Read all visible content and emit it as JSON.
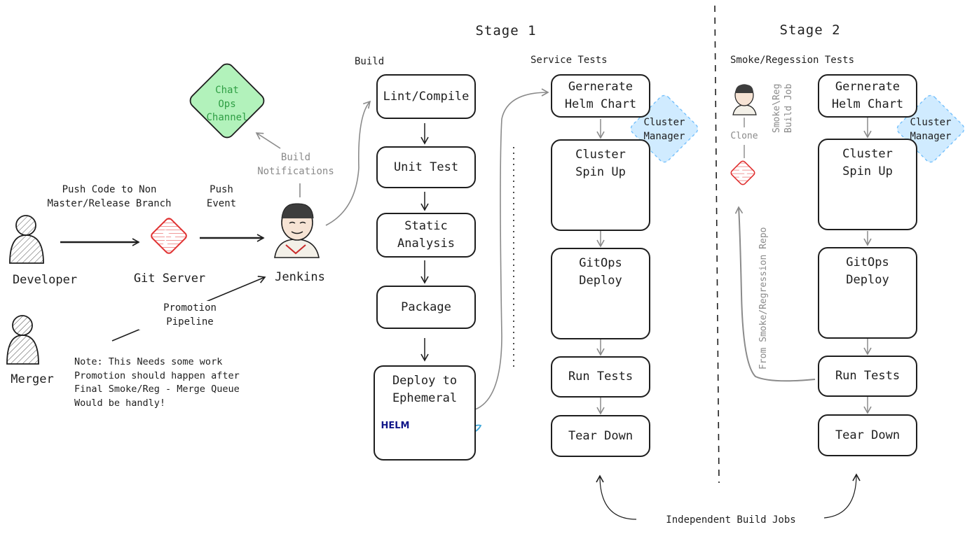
{
  "stages": {
    "stage1": "Stage 1",
    "stage2": "Stage 2"
  },
  "sections": {
    "build": "Build",
    "service_tests": "Service Tests",
    "smoke_regression_tests": "Smoke/Regession Tests"
  },
  "actors": {
    "developer": "Developer",
    "merger": "Merger",
    "git_server": "Git Server",
    "jenkins": "Jenkins"
  },
  "edges": {
    "push_code": "Push Code to Non\nMaster/Release Branch",
    "push_event": "Push\nEvent",
    "build_notifications": "Build\nNotifications",
    "promotion_pipeline": "Promotion Pipeline",
    "clone": "Clone",
    "from_repo": "From Smoke/Regression Repo",
    "smoke_build_job": "Smoke\\Reg\nBuild Job",
    "independent_jobs": "Independent Build Jobs"
  },
  "chat_ops": "Chat\nOps\nChannel",
  "note": "Note: This Needs some work\nPromotion should happen after\nFinal Smoke/Reg - Merge Queue\nWould be handly!",
  "build_steps": {
    "lint": "Lint/Compile",
    "unit": "Unit Test",
    "static": "Static\nAnalysis",
    "package": "Package",
    "deploy": "Deploy to\nEphemeral"
  },
  "helm_logo": "HELM",
  "service_steps": {
    "helm": "Gernerate\nHelm Chart",
    "spin": "Cluster\nSpin Up",
    "gitops": "GitOps\nDeploy",
    "run": "Run Tests",
    "teardown": "Tear Down"
  },
  "smoke_steps": {
    "helm": "Gernerate\nHelm Chart",
    "spin": "Cluster\nSpin Up",
    "gitops": "GitOps\nDeploy",
    "run": "Run Tests",
    "teardown": "Tear Down"
  },
  "cluster_manager": "Cluster\nManager",
  "colors": {
    "stroke": "#1e1e1e",
    "grey": "#8a8a8a",
    "chatops_fill": "#b2f2bb",
    "chatops_stroke": "#2f9e44",
    "cluster_manager_fill": "#d0ebff",
    "git": "#e03131",
    "terraform": "#5c3fc7",
    "kubernetes": "#1c6bd8",
    "docker": "#3fa7d9",
    "helm": "#0f1689"
  }
}
